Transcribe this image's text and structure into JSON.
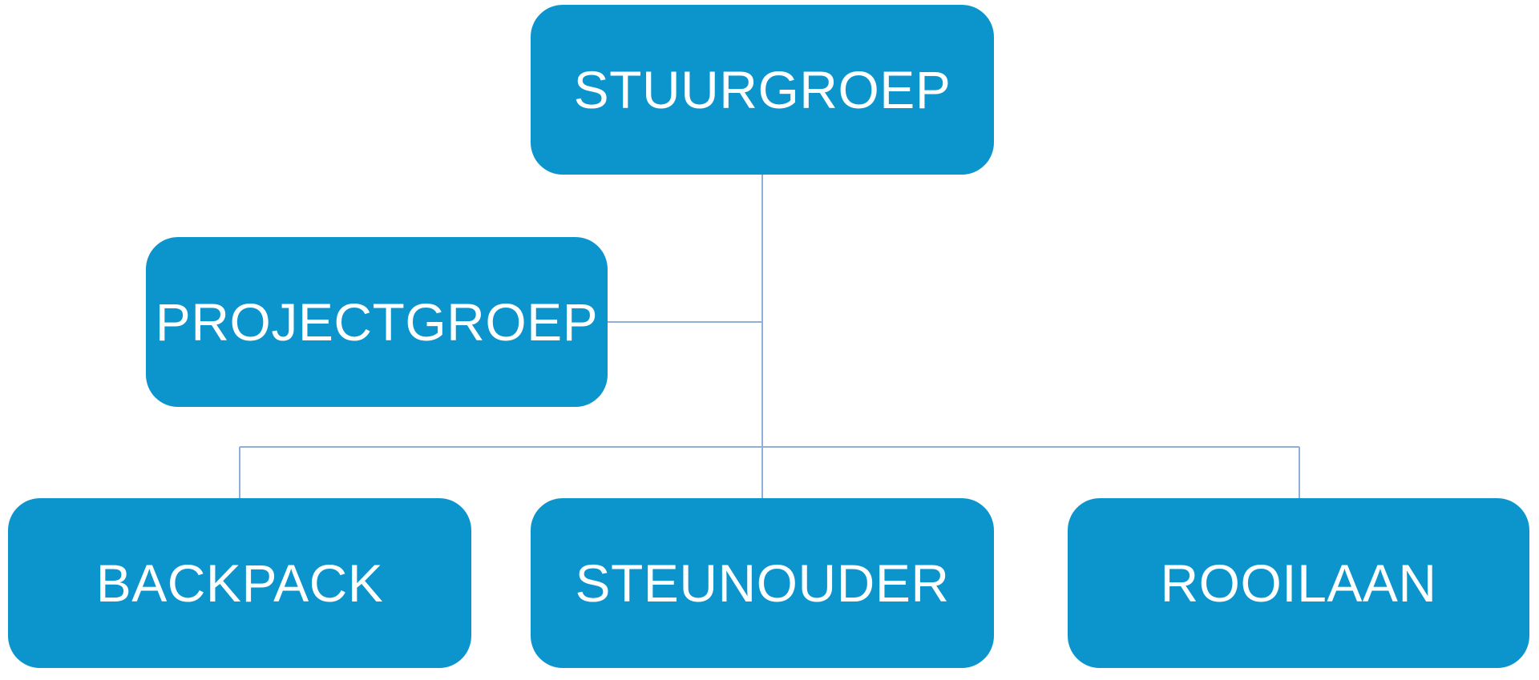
{
  "diagram": {
    "type": "org-chart",
    "nodes": {
      "root": "STUURGROEP",
      "staff": "PROJECTGROEP",
      "children": [
        "BACKPACK",
        "STEUNOUDER",
        "ROOILAAN"
      ]
    },
    "edges": [
      [
        "STUURGROEP",
        "PROJECTGROEP"
      ],
      [
        "STUURGROEP",
        "BACKPACK"
      ],
      [
        "STUURGROEP",
        "STEUNOUDER"
      ],
      [
        "STUURGROEP",
        "ROOILAAN"
      ]
    ],
    "colors": {
      "node_fill": "#0b95cc",
      "node_text": "#ffffff",
      "connector": "#8fb0d6"
    }
  }
}
